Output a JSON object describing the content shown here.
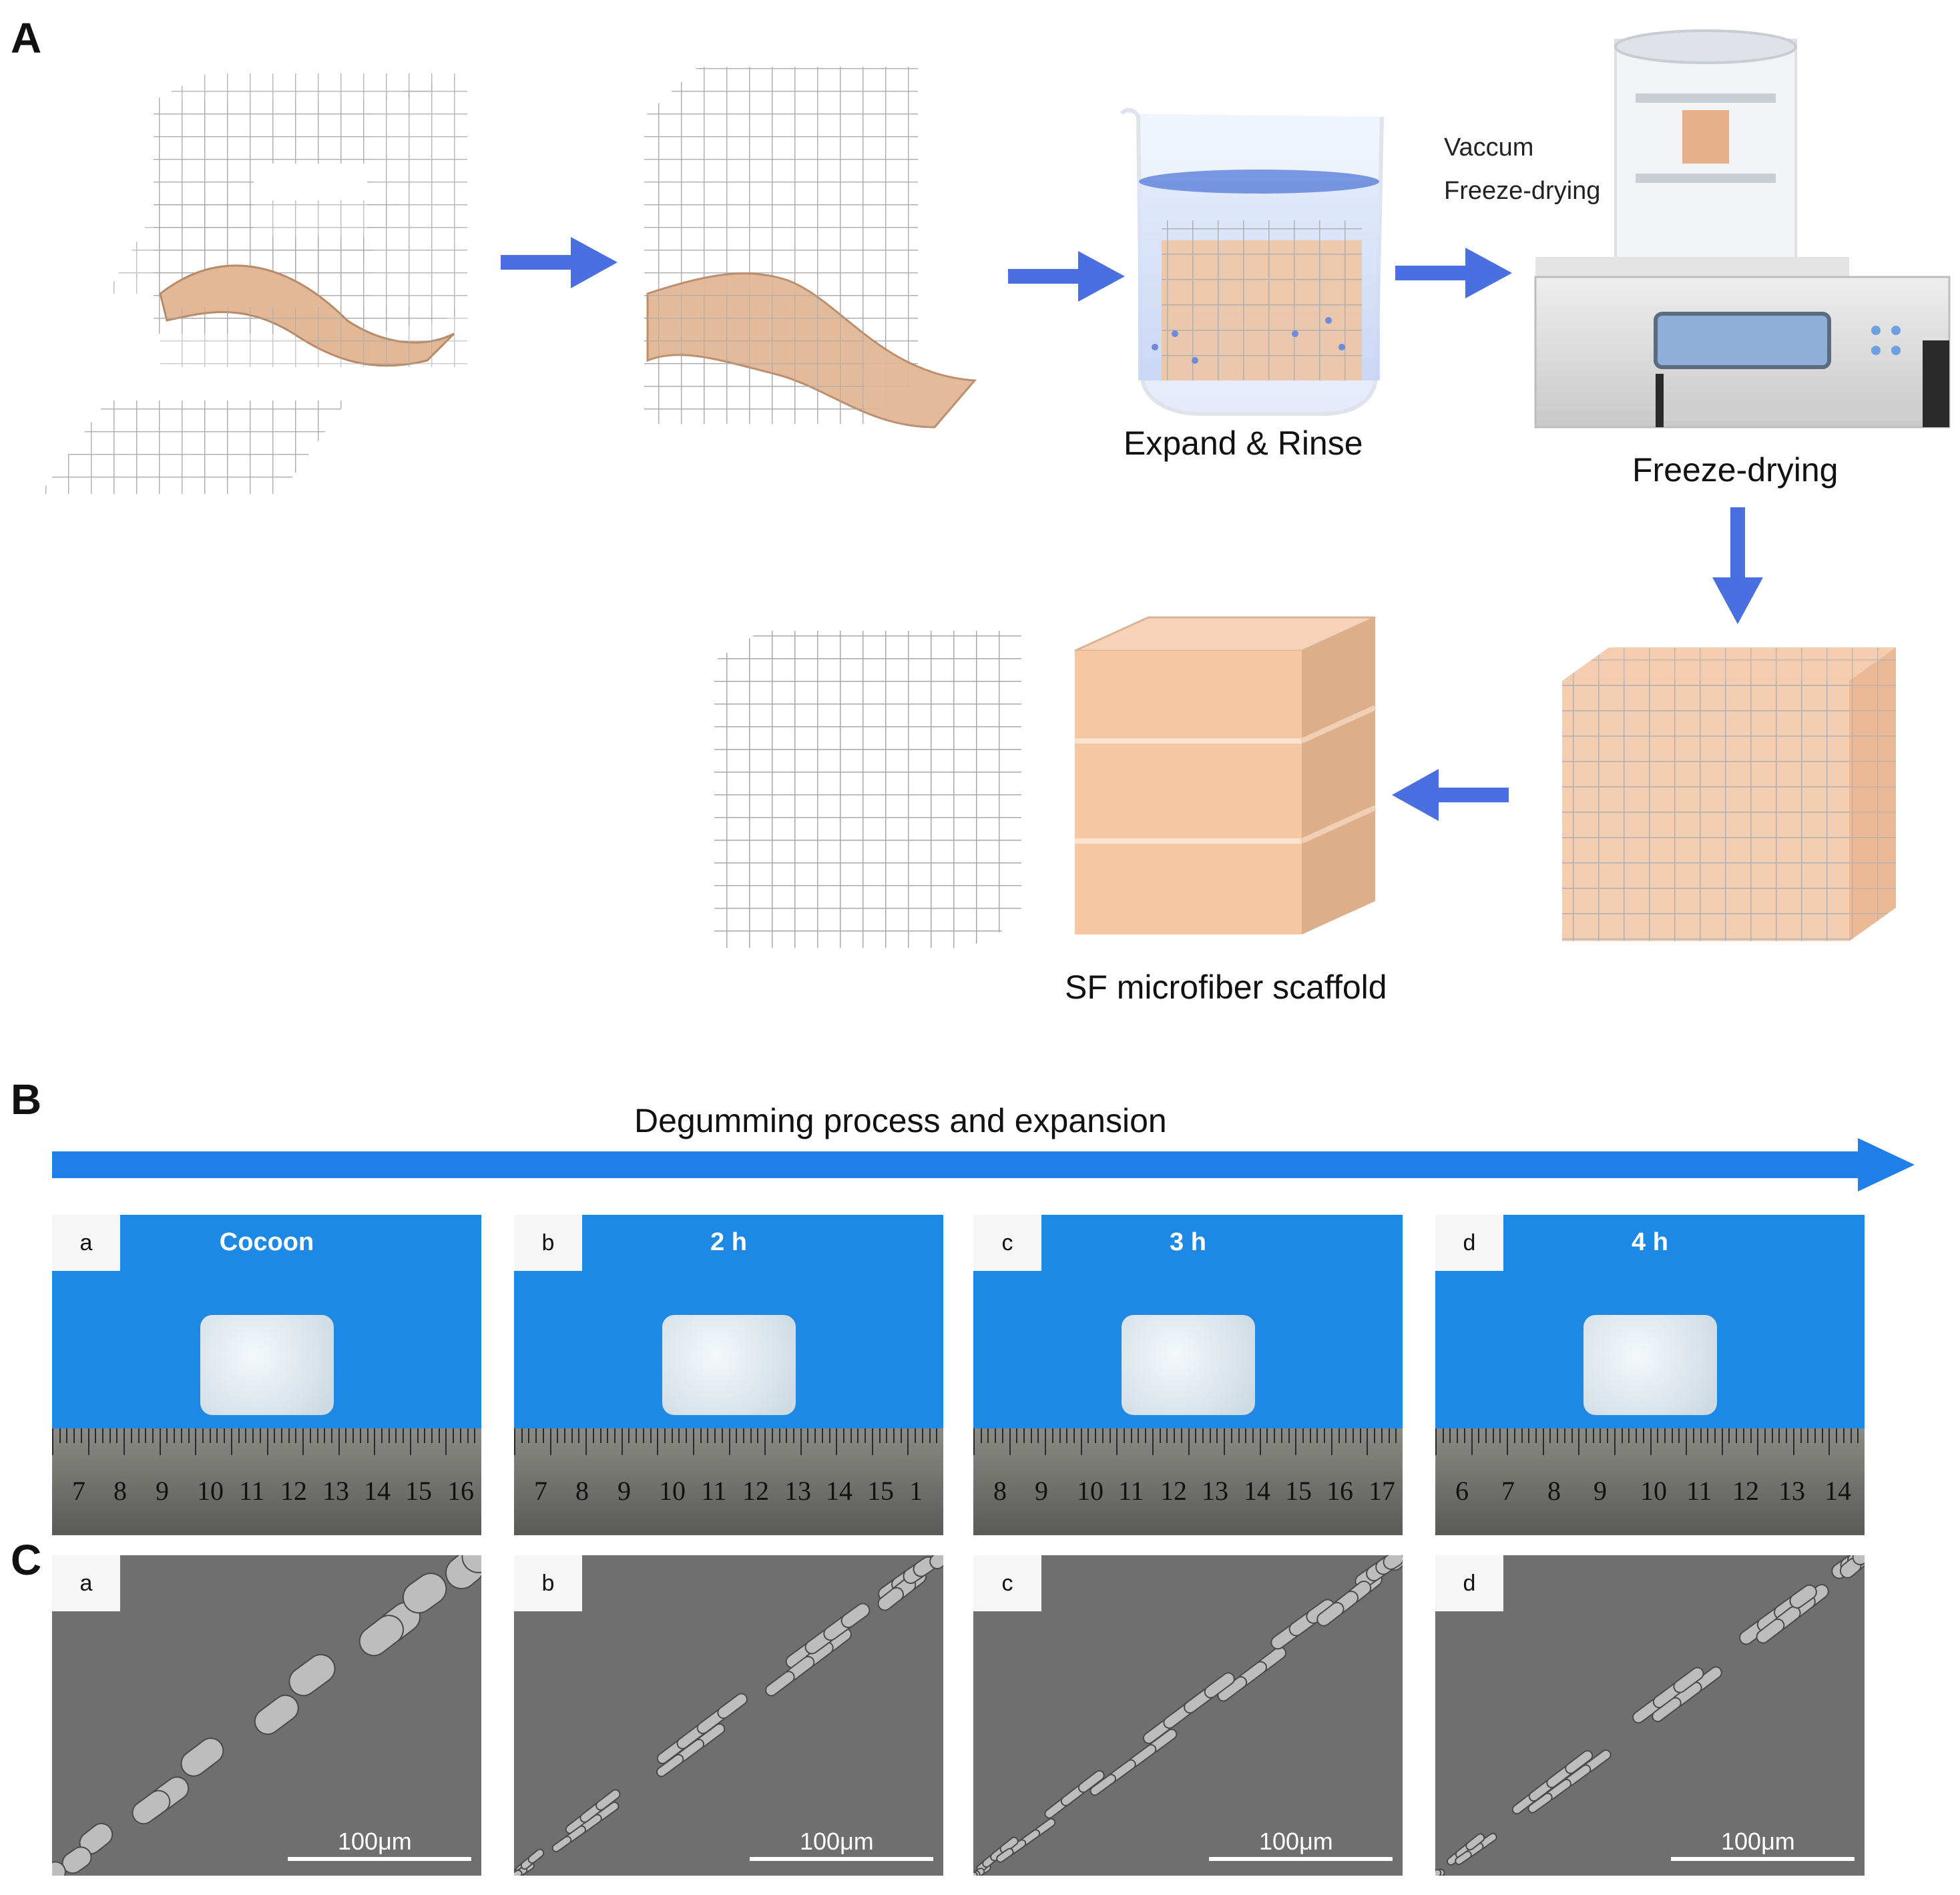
{
  "panels": {
    "a": "A",
    "b": "B",
    "c": "C"
  },
  "panel_a": {
    "expand_rinse_label": "Expand & Rinse",
    "freeze_drying_label": "Freeze-drying",
    "vaccum_label": "Vaccum",
    "freeze_drying_small_label": "Freeze-drying",
    "scaffold_label": "SF microfiber scaffold"
  },
  "panel_b": {
    "arrow_label": "Degumming process and expansion",
    "photos": [
      {
        "tag": "a",
        "title": "Cocoon",
        "ruler": [
          "7",
          "8",
          "9",
          "10",
          "11",
          "12",
          "13",
          "14",
          "15",
          "16"
        ]
      },
      {
        "tag": "b",
        "title": "2 h",
        "ruler": [
          "7",
          "8",
          "9",
          "10",
          "11",
          "12",
          "13",
          "14",
          "15",
          "1"
        ]
      },
      {
        "tag": "c",
        "title": "3 h",
        "ruler": [
          "8",
          "9",
          "10",
          "11",
          "12",
          "13",
          "14",
          "15",
          "16",
          "17"
        ]
      },
      {
        "tag": "d",
        "title": "4 h",
        "ruler": [
          "6",
          "7",
          "8",
          "9",
          "10",
          "11",
          "12",
          "13",
          "14"
        ]
      }
    ]
  },
  "panel_c": {
    "images": [
      {
        "tag": "a",
        "scale": "100μm"
      },
      {
        "tag": "b",
        "scale": "100μm"
      },
      {
        "tag": "c",
        "scale": "100μm"
      },
      {
        "tag": "d",
        "scale": "100μm"
      }
    ]
  },
  "colors": {
    "arrow": "#4a6fe0",
    "photo_bg": "#1e88e5",
    "scaffold": "#f5c9a8",
    "grid": "#9e9e9e",
    "process_arrow": "#1e7fe8"
  }
}
